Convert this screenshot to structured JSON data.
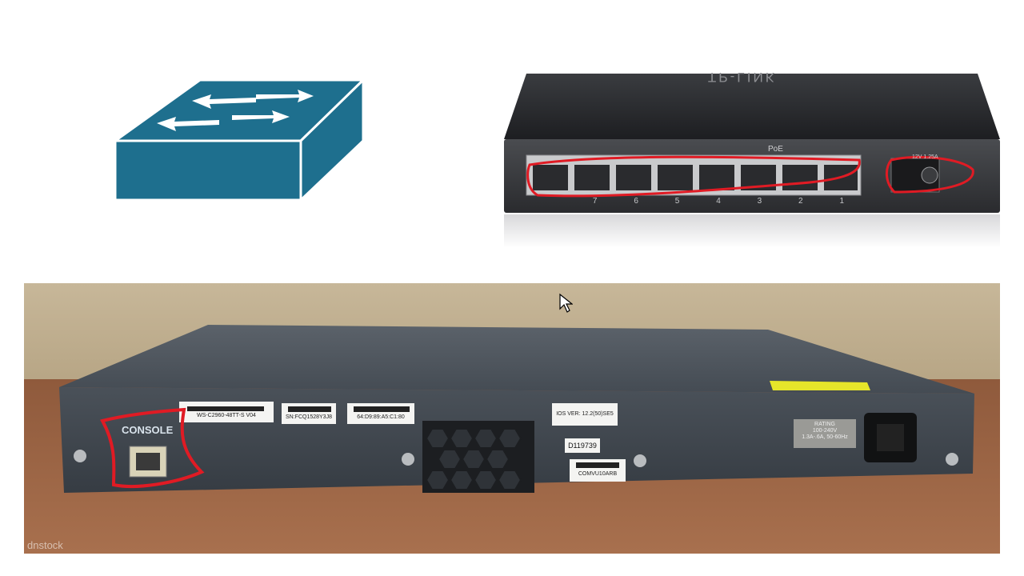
{
  "slide": {
    "switch_icon": {
      "name": "network-switch-icon",
      "color": "#1e6f8e"
    },
    "poe_switch": {
      "brand": "TP-LINK",
      "poe_label": "PoE",
      "power_label": "12V  1.25A",
      "port_numbers": [
        "7",
        "6",
        "5",
        "4",
        "3",
        "2",
        "1"
      ],
      "annotation_color": "#e01b24"
    },
    "cisco_switch": {
      "console_label": "CONSOLE",
      "model_label": "WS-C2960-48TT-S V04",
      "serial_label": "SN:FCQ1528Y3J8",
      "mac_label": "64:D9:89:A5:C1:80",
      "ios_label": "IOS VER: 12.2(50)SE5",
      "id_label": "D119739",
      "code_label": "COMVU10ARB",
      "rating_title": "RATING",
      "rating_line1": "100-240V",
      "rating_line2": "1.3A-.6A, 50-60Hz",
      "watermark": "dnstock"
    }
  }
}
